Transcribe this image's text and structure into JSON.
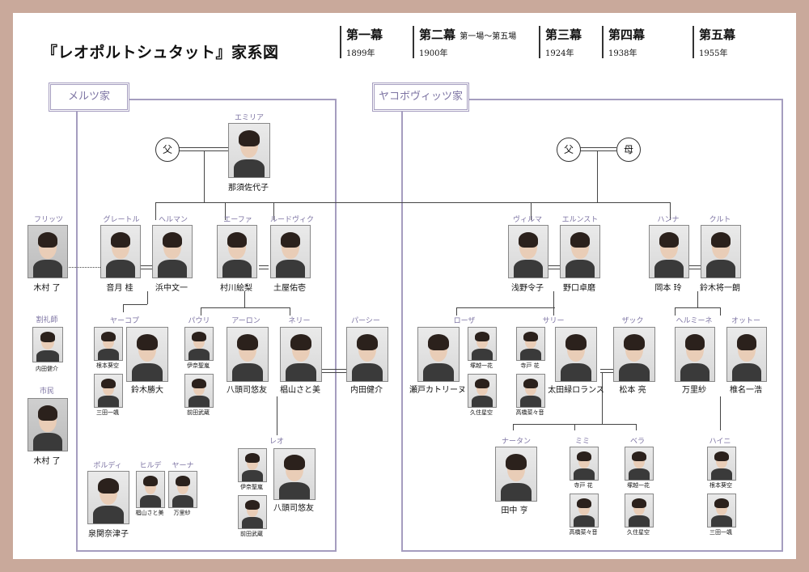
{
  "title": "『レオポルトシュタット』家系図",
  "acts": [
    {
      "name": "第一幕",
      "sub": "",
      "year": "1899年"
    },
    {
      "name": "第二幕",
      "sub": "第一場〜第五場",
      "year": "1900年"
    },
    {
      "name": "第三幕",
      "sub": "",
      "year": "1924年"
    },
    {
      "name": "第四幕",
      "sub": "",
      "year": "1938年"
    },
    {
      "name": "第五幕",
      "sub": "",
      "year": "1955年"
    }
  ],
  "families": {
    "merz": "メルツ家",
    "jacobovicz": "ヤコボヴィッツ家"
  },
  "parents": {
    "father": "父",
    "mother": "母"
  },
  "people": {
    "emilia": {
      "role": "エミリア",
      "name": "那須佐代子"
    },
    "fritz": {
      "role": "フリッツ",
      "name": "木村 了"
    },
    "gretl": {
      "role": "グレートル",
      "name": "音月 桂"
    },
    "hermann": {
      "role": "ヘルマン",
      "name": "浜中文一"
    },
    "eva": {
      "role": "エーファ",
      "name": "村川絵梨"
    },
    "ludwig": {
      "role": "ルードヴィク",
      "name": "土屋佑壱"
    },
    "mohel": {
      "role": "割礼師",
      "name": "内田健介"
    },
    "citizen": {
      "role": "市民",
      "name": "木村 了"
    },
    "jacob": {
      "role": "ヤーコプ",
      "name1": "根本葵空",
      "name2": "三田一颯",
      "name3": "鈴木勝大"
    },
    "pauli": {
      "role": "パウリ",
      "name1": "伊奈聖嵐",
      "name2": "前田武蔵"
    },
    "aaron": {
      "role": "アーロン",
      "name": "八頭司悠友"
    },
    "nellie": {
      "role": "ネリー",
      "name": "椙山さと美"
    },
    "percy": {
      "role": "パーシー",
      "name": "内田健介"
    },
    "leo": {
      "role": "レオ",
      "name1": "伊奈聖嵐",
      "name2": "前田武蔵",
      "name3": "八頭司悠友"
    },
    "poldi": {
      "role": "ポルディ",
      "name": "泉関奈津子"
    },
    "hilde": {
      "role": "ヒルデ",
      "name": "椙山さと美"
    },
    "jana": {
      "role": "ヤーナ",
      "name": "万里紗"
    },
    "wilma": {
      "role": "ヴィルマ",
      "name": "浅野令子"
    },
    "ernst": {
      "role": "エルンスト",
      "name": "野口卓磨"
    },
    "hanna": {
      "role": "ハンナ",
      "name": "岡本 玲"
    },
    "kurt": {
      "role": "クルト",
      "name": "鈴木将一朗"
    },
    "rosa": {
      "role": "ローザ",
      "name": "瀬戸カトリーヌ",
      "name1": "塚越一花",
      "name2": "久住星空"
    },
    "sally": {
      "role": "サリー",
      "name": "太田緑ロランス",
      "name1": "寺戸 花",
      "name2": "高橋菜々音"
    },
    "zac": {
      "role": "ザック",
      "name": "松本 亮"
    },
    "hermine": {
      "role": "ヘルミーネ",
      "name": "万里紗"
    },
    "otto": {
      "role": "オットー",
      "name": "椎名一浩"
    },
    "nathan": {
      "role": "ナータン",
      "name": "田中 亨"
    },
    "mimi": {
      "role": "ミミ",
      "name1": "寺戸 花",
      "name2": "高橋菜々音"
    },
    "bella": {
      "role": "ベラ",
      "name1": "塚越一花",
      "name2": "久住星空"
    },
    "heini": {
      "role": "ハイニ",
      "name1": "根本葵空",
      "name2": "三田一颯"
    }
  },
  "colors": {
    "background": "#c9a99b",
    "family_accent": "#a59dbf",
    "role_text": "#7d74a3"
  }
}
